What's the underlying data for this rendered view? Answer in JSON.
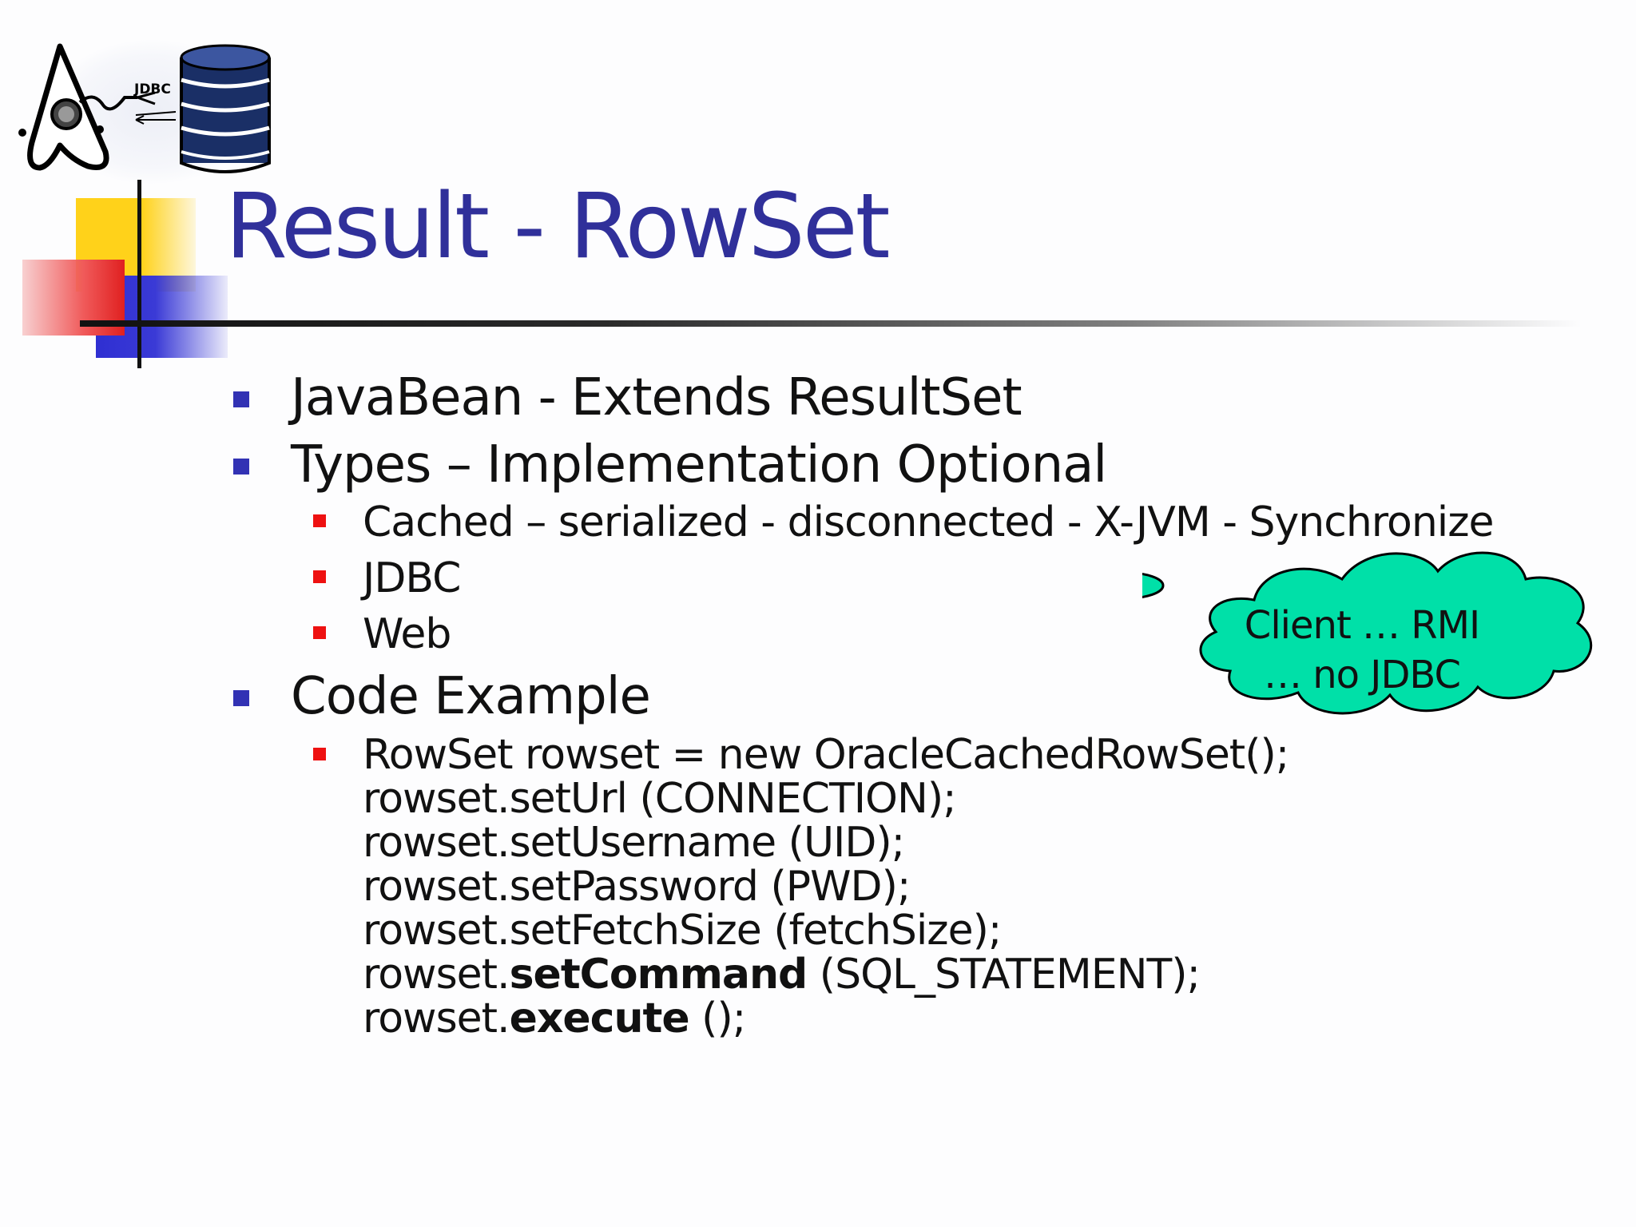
{
  "slide": {
    "title": "Result - RowSet",
    "logo": {
      "label": "JDBC",
      "icons": [
        "java-duke-icon",
        "database-icon"
      ]
    },
    "colors": {
      "title": "#30309a",
      "bullet_level1": "#3232b4",
      "bullet_level2": "#ee1111",
      "callout_fill": "#00e0a8"
    },
    "bullets": [
      {
        "text": "JavaBean - Extends ResultSet"
      },
      {
        "text": "Types – Implementation Optional",
        "sub": [
          "Cached – serialized - disconnected - X-JVM - Synchronize",
          "JDBC",
          "Web"
        ]
      },
      {
        "text": "Code Example",
        "code": [
          {
            "pre": "RowSet rowset = new OracleCachedRowSet();"
          },
          {
            "pre": "rowset.setUrl (CONNECTION);"
          },
          {
            "pre": "rowset.setUsername (UID);"
          },
          {
            "pre": "rowset.setPassword (PWD);"
          },
          {
            "pre": "rowset.setFetchSize (fetchSize);"
          },
          {
            "pre": "rowset.",
            "bold": "setCommand",
            "post": " (SQL_STATEMENT);"
          },
          {
            "pre": "rowset.",
            "bold": "execute",
            "post": " ();"
          }
        ]
      }
    ],
    "callout": {
      "line1": "Client … RMI",
      "line2": "… no JDBC"
    }
  }
}
